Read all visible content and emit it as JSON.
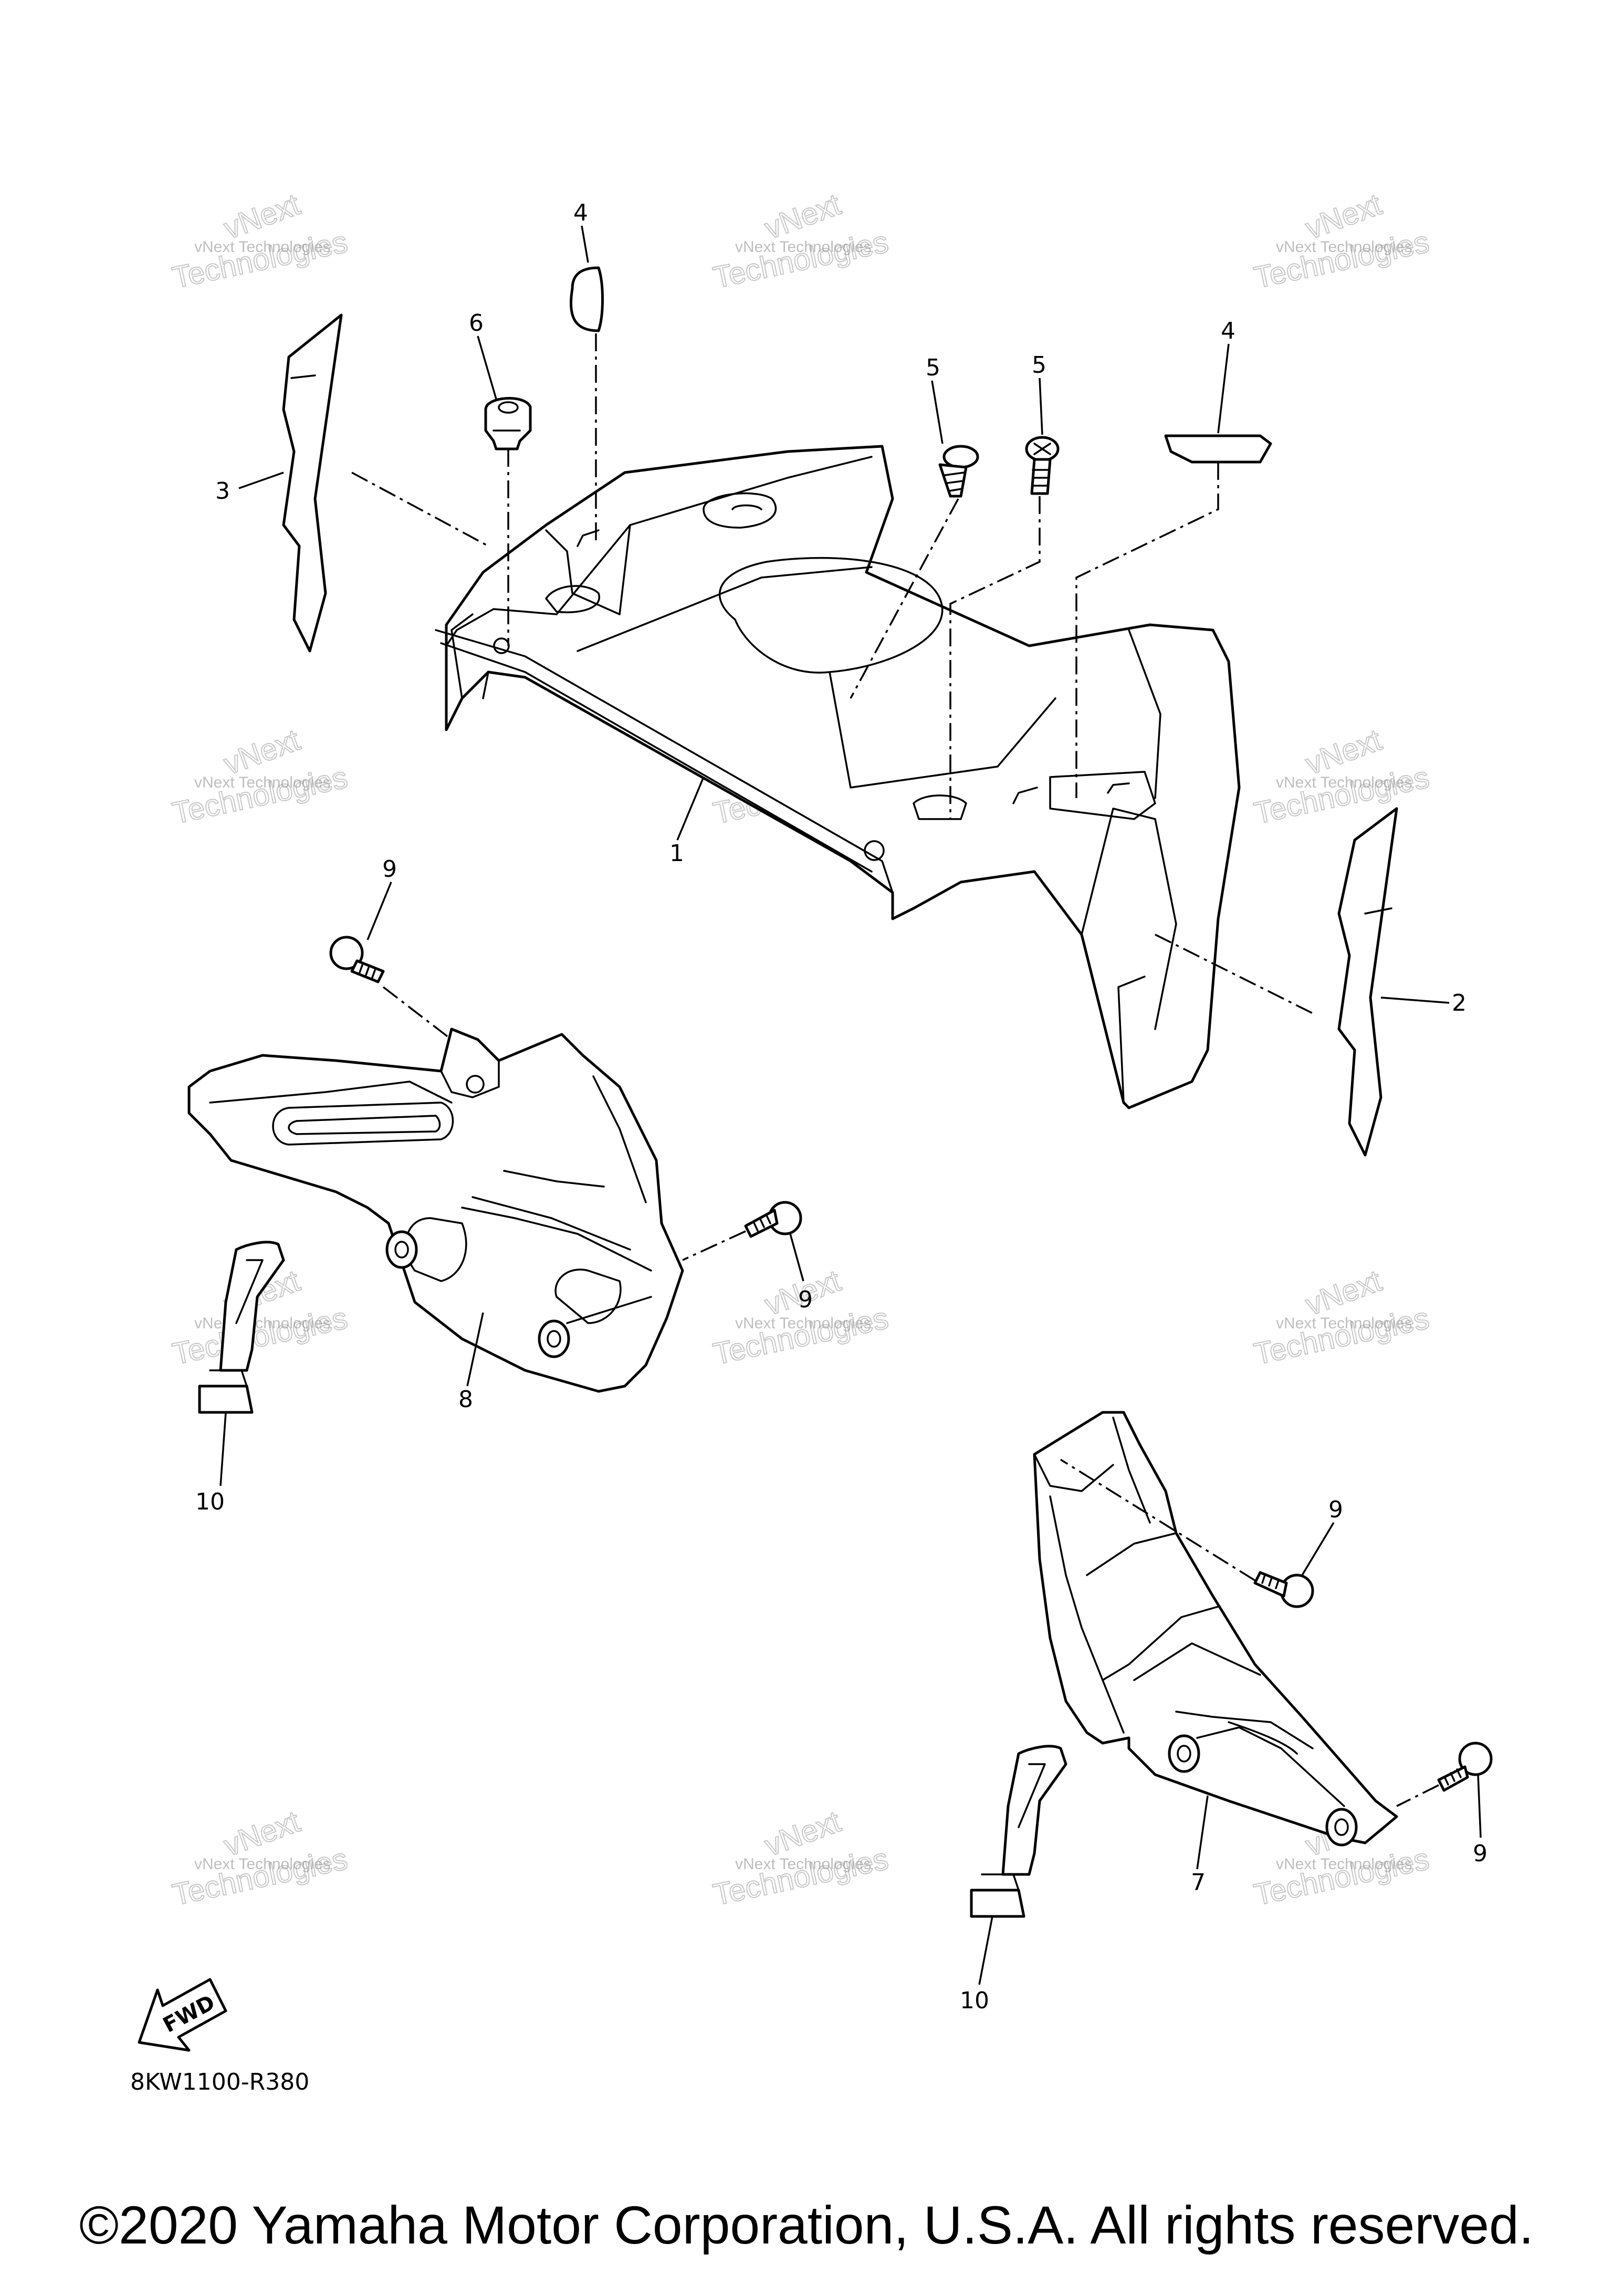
{
  "callouts": [
    "1",
    "2",
    "3",
    "4",
    "4",
    "5",
    "5",
    "6",
    "7",
    "8",
    "9",
    "9",
    "9",
    "9",
    "10",
    "10"
  ],
  "watermark": {
    "line1": "vNext Technologies",
    "line2": "Technologies",
    "line3": "vNext"
  },
  "diagram_code": "8KW1100-R380",
  "fwd_label": "FWD",
  "copyright": "©2020 Yamaha Motor Corporation, U.S.A. All rights reserved."
}
